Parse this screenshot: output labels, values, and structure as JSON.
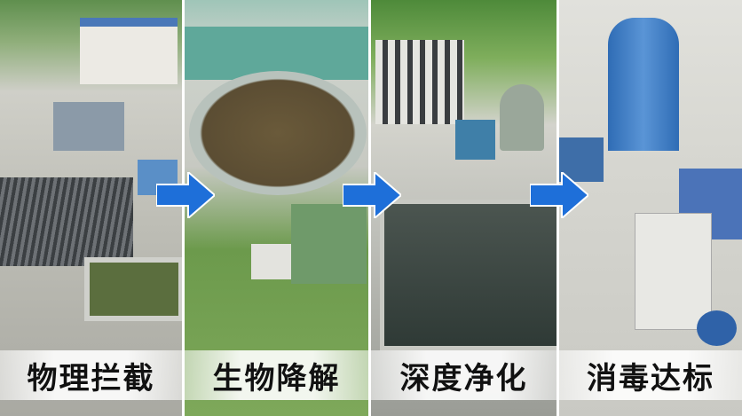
{
  "stages": [
    {
      "label": "物理拦截"
    },
    {
      "label": "生物降解"
    },
    {
      "label": "深度净化"
    },
    {
      "label": "消毒达标"
    }
  ],
  "colors": {
    "arrow": "#1e6fd9",
    "label_text": "#111111",
    "label_band": "#ffffff"
  },
  "icons": {
    "arrow": "arrow-right-icon"
  }
}
